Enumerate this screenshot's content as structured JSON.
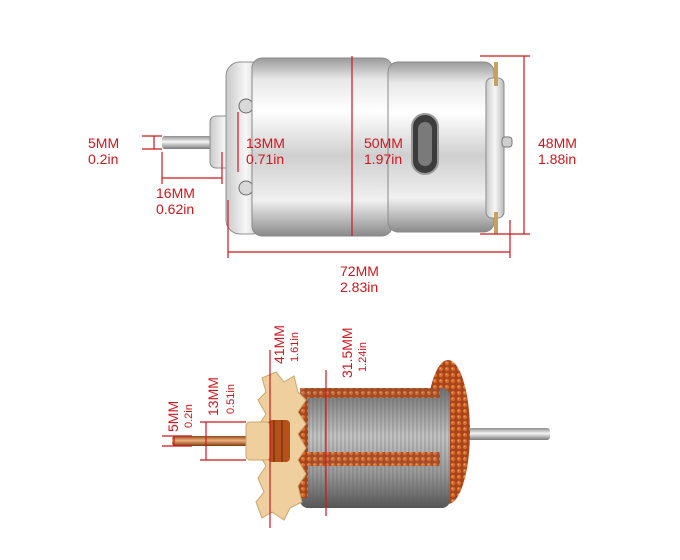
{
  "top_motor": {
    "shaft_diameter": {
      "mm": "5MM",
      "in": "0.2in"
    },
    "shaft_length": {
      "mm": "16MM",
      "in": "0.62in"
    },
    "boss_diameter": {
      "mm": "13MM",
      "in": "0.71in"
    },
    "body_diameter": {
      "mm": "50MM",
      "in": "1.97in"
    },
    "total_height": {
      "mm": "48MM",
      "in": "1.88in"
    },
    "total_length": {
      "mm": "72MM",
      "in": "2.83in"
    }
  },
  "rotor": {
    "shaft_diameter": {
      "mm": "5MM",
      "in": "0.2in"
    },
    "hub_diameter": {
      "mm": "13MM",
      "in": "0.51in"
    },
    "gear_diameter": {
      "mm": "41MM",
      "in": "1.61in"
    },
    "core_diameter": {
      "mm": "31.5MM",
      "in": "1.24in"
    }
  },
  "colors": {
    "dimension": "#d0161c",
    "silver_light": "#f2f2f2",
    "silver_dark": "#8d8d8d",
    "copper": "#b5501a",
    "nylon": "#efcf9e"
  }
}
